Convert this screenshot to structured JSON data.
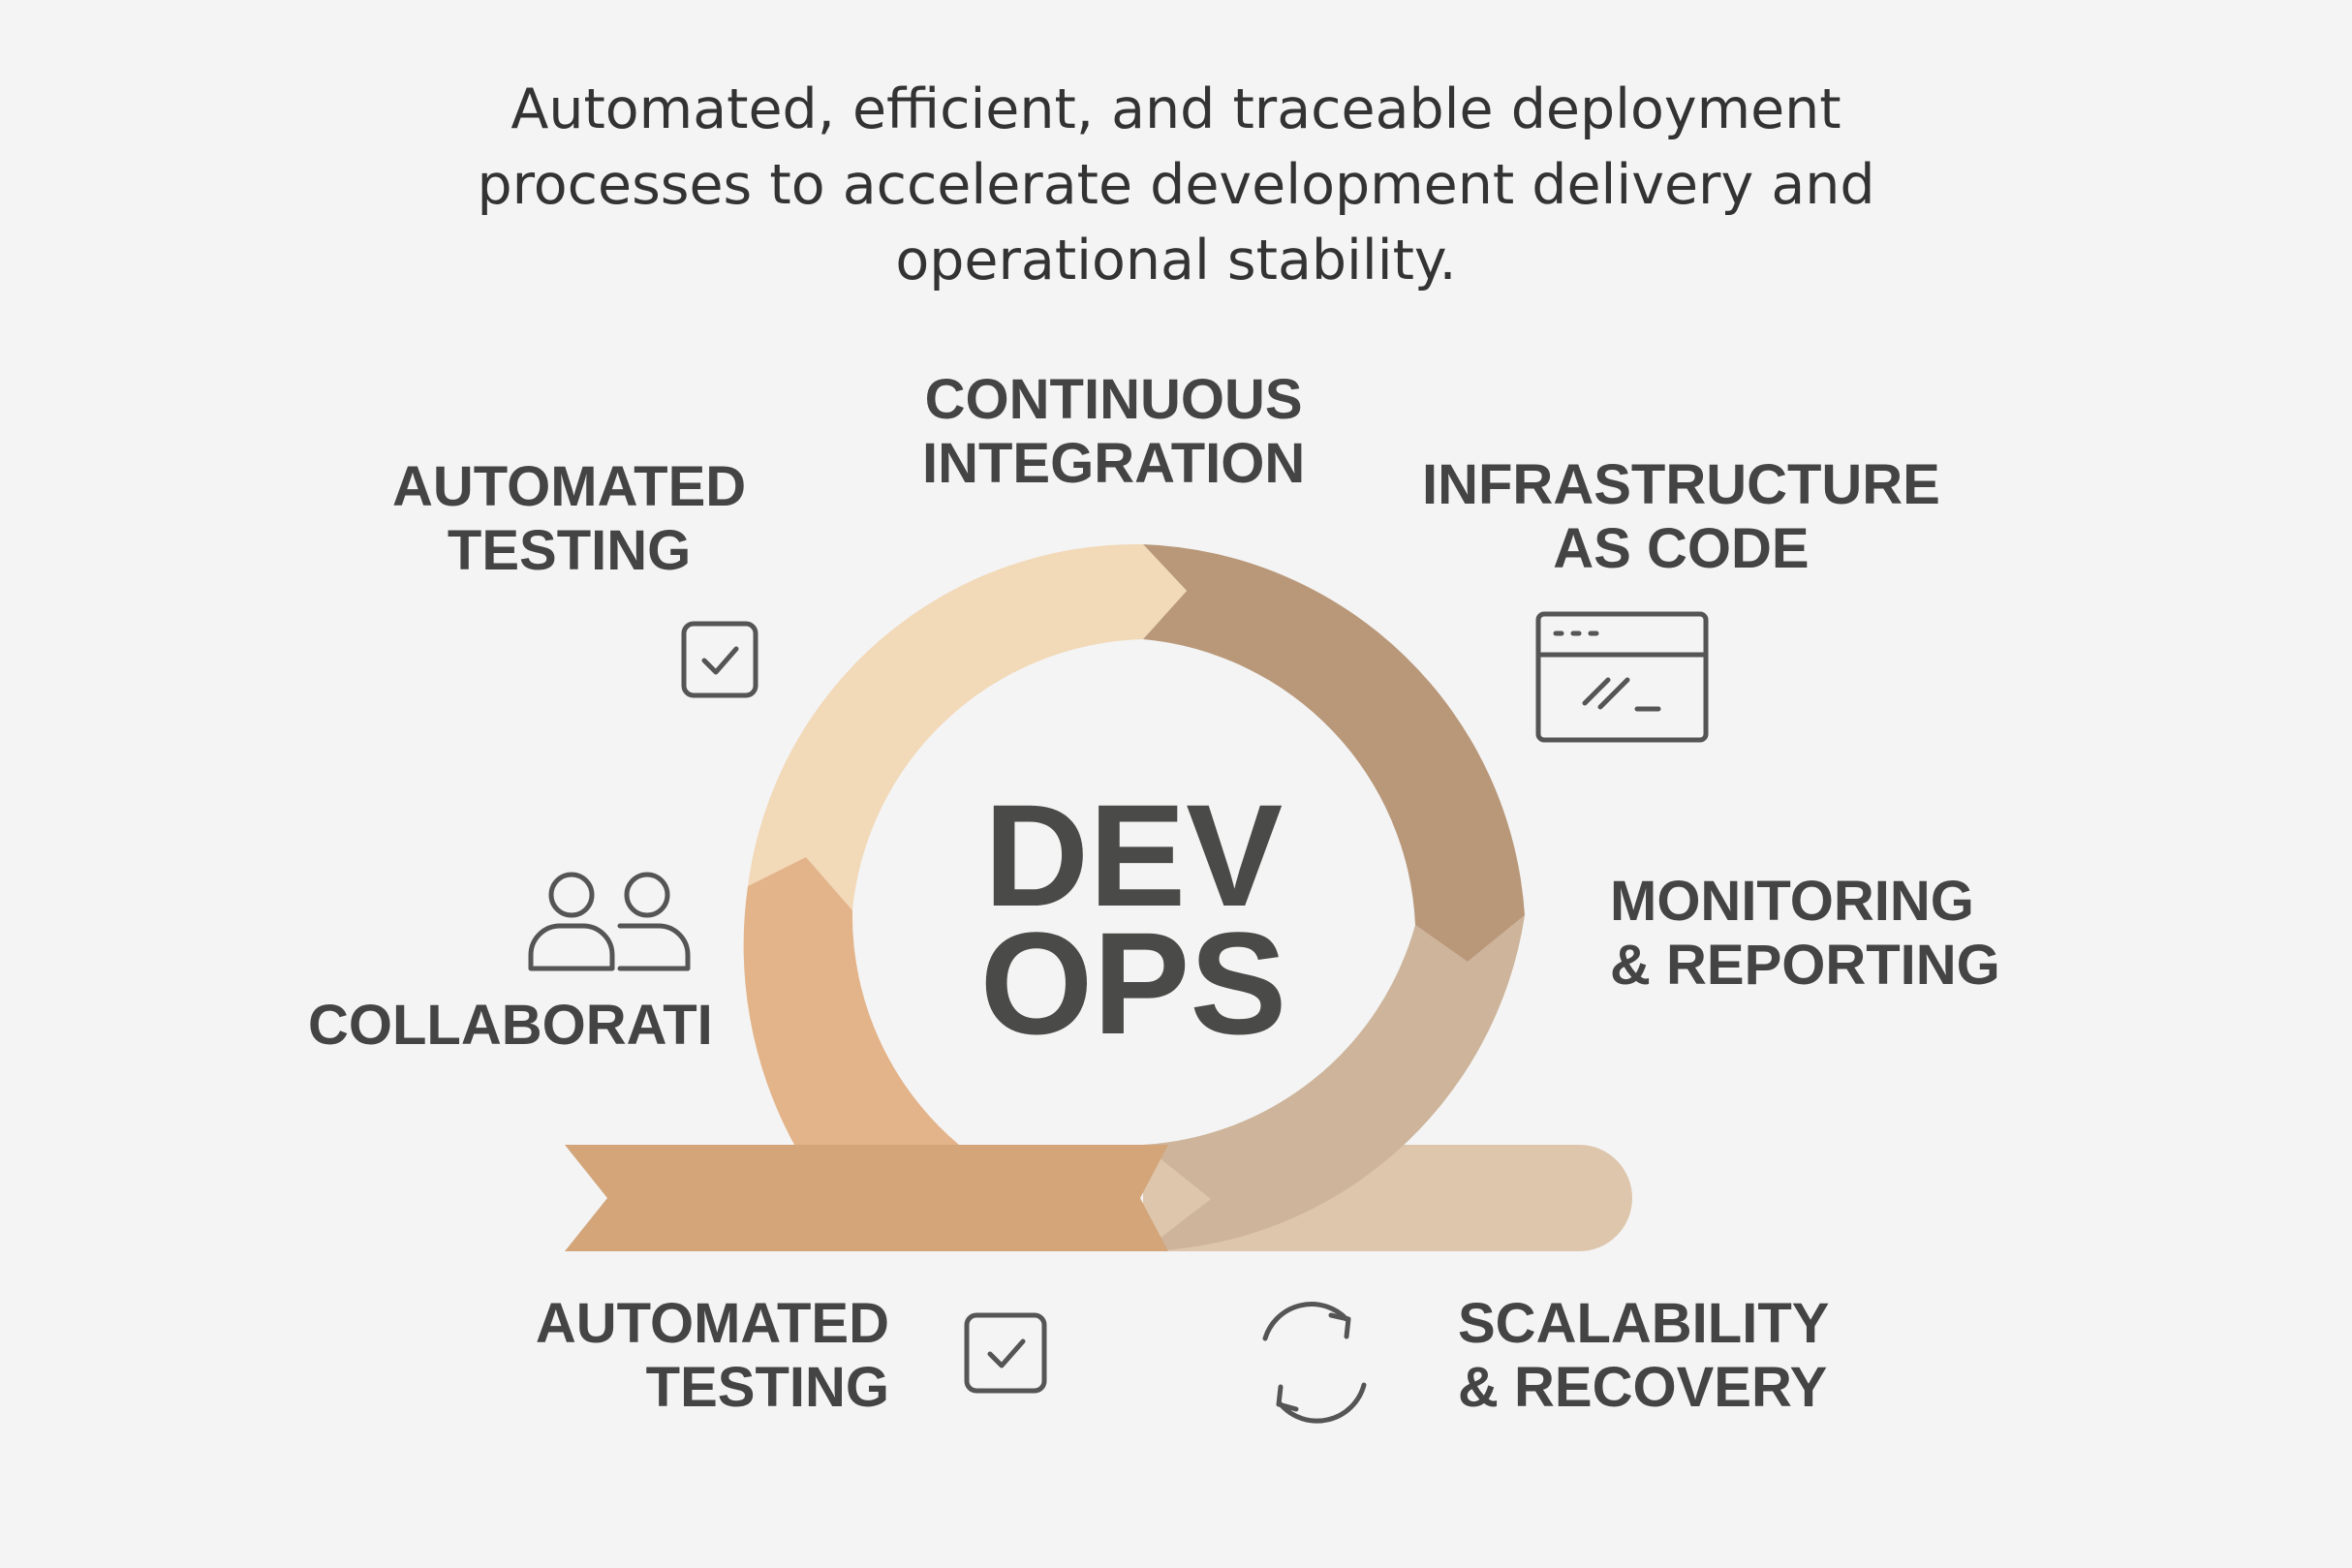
{
  "subtitle": {
    "line1": "Automated, efficient, and traceable deployment",
    "line2": "processes to accelerate development delivery and",
    "line3": "operational stability."
  },
  "center": {
    "line1": "DEV",
    "line2": "OPS"
  },
  "stages": {
    "continuous_integration": {
      "line1": "CONTINUOUS",
      "line2": "INTEGRATION"
    },
    "automated_testing_top": {
      "line1": "AUTOMATED",
      "line2": "TESTING",
      "icon": "checkbox-icon"
    },
    "infrastructure_as_code": {
      "line1": "INFRASTRUCTURE",
      "line2": "AS CODE",
      "icon": "code-window-icon"
    },
    "monitoring_reporting": {
      "line1": "MONITORING",
      "line2": "& REPORTING"
    },
    "collaboration": {
      "line1": "COLLABORATI",
      "icon": "people-icon"
    },
    "automated_testing_bottom": {
      "line1": "AUTOMATED",
      "line2": "TESTING",
      "icon": "checkbox-icon"
    },
    "scalability_recovery": {
      "line1": "SCALABILITY",
      "line2": "& RECOVERY",
      "icon": "refresh-icon"
    }
  },
  "colors": {
    "background": "#f4f4f4",
    "segment_top_left": "#f2d9b8",
    "segment_top_right": "#b9987a",
    "segment_bottom_right": "#cdb49a",
    "segment_bottom_left": "#e3b48a",
    "bottom_ribbon": "#d3a579",
    "bottom_tail": "#ddc6ac",
    "text": "#444444",
    "icon_stroke": "#555555"
  }
}
